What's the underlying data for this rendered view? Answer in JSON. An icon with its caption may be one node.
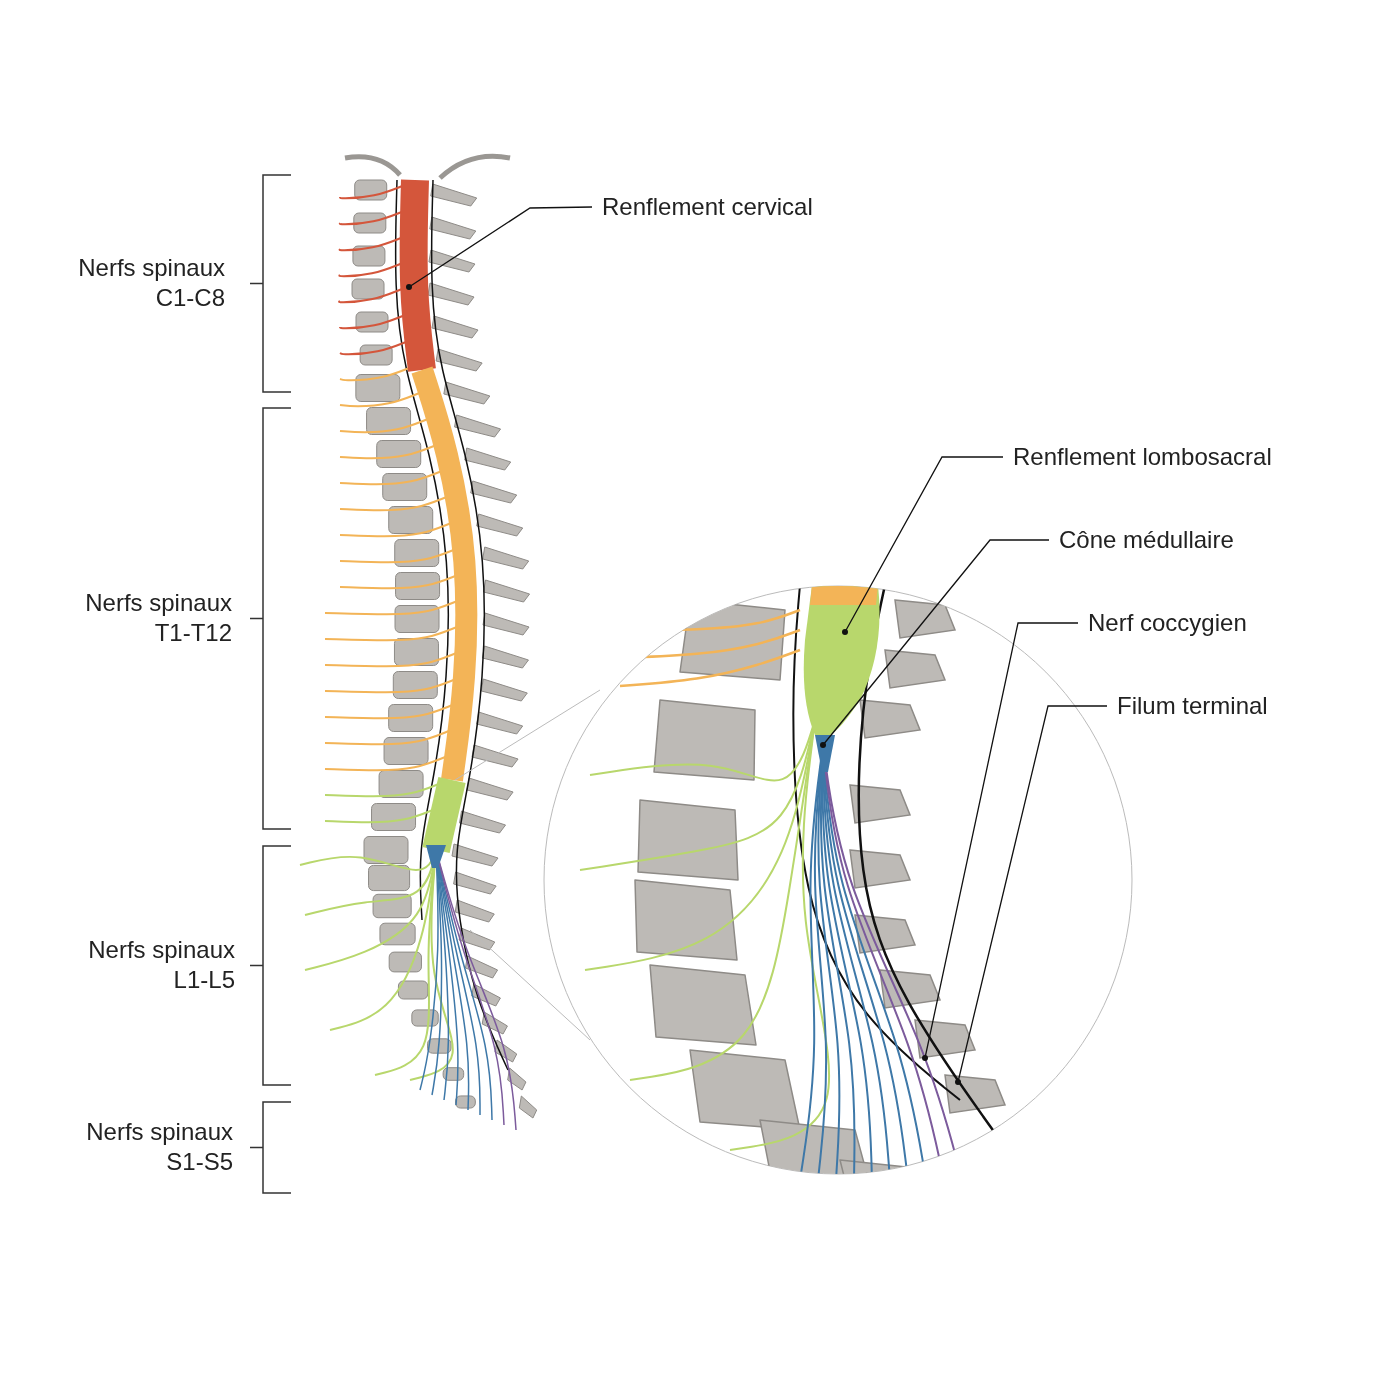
{
  "diagram": {
    "nodes": [
      {
        "text": [
          "Renflement cervical"
        ]
      },
      {
        "text": [
          "Renflement lombosacral"
        ]
      },
      {
        "text": [
          "Cône médullaire"
        ]
      },
      {
        "text": [
          "Nerf coccygien"
        ]
      },
      {
        "text": [
          "Filum terminal"
        ]
      }
    ],
    "edges": [
      {
        "from": 0,
        "to": null,
        "arrow": "other"
      },
      {
        "from": 1,
        "to": null,
        "arrow": "other"
      },
      {
        "from": 2,
        "to": null,
        "arrow": "other"
      },
      {
        "from": 3,
        "to": null,
        "arrow": "other"
      },
      {
        "from": 4,
        "to": null,
        "arrow": "other"
      }
    ],
    "labels": [
      "Nerfs spinaux C1-C8",
      "Nerfs spinaux T1-T12",
      "Nerfs spinaux L1-L5",
      "Nerfs spinaux S1-S5"
    ]
  }
}
